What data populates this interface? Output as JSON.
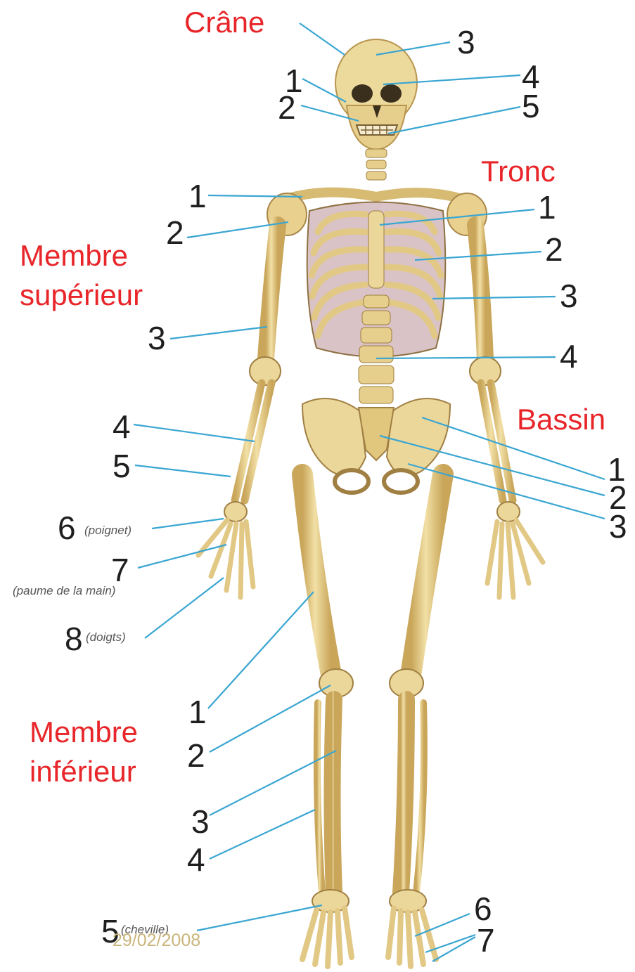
{
  "sections": {
    "crane": "Crâne",
    "tronc": "Tronc",
    "membre_superieur_1": "Membre",
    "membre_superieur_2": "supérieur",
    "bassin": "Bassin",
    "membre_inferieur_1": "Membre",
    "membre_inferieur_2": "inférieur"
  },
  "crane_labels": {
    "n1": "1",
    "n2": "2",
    "n3": "3",
    "n4": "4",
    "n5": "5"
  },
  "tronc_labels": {
    "n1": "1",
    "n2": "2",
    "n3": "3",
    "n4": "4"
  },
  "superieur_labels": {
    "n1": "1",
    "n2": "2",
    "n3": "3",
    "n4": "4",
    "n5": "5",
    "n6": "6",
    "n6_note": "(poignet)",
    "n7": "7",
    "n7_note": "(paume de la main)",
    "n8": "8",
    "n8_note": "(doigts)"
  },
  "bassin_labels": {
    "n1": "1",
    "n2": "2",
    "n3": "3"
  },
  "inferieur_labels": {
    "n1": "1",
    "n2": "2",
    "n3": "3",
    "n4": "4",
    "n5": "5",
    "n5_note": "(cheville)",
    "n6": "6",
    "n7": "7"
  },
  "date_stamp": "29/02/2008",
  "colors": {
    "section_red": "#e8262a",
    "leader_blue": "#3aa6d2",
    "bone": "#e9d08f",
    "bone_shade": "#c8a55a"
  }
}
